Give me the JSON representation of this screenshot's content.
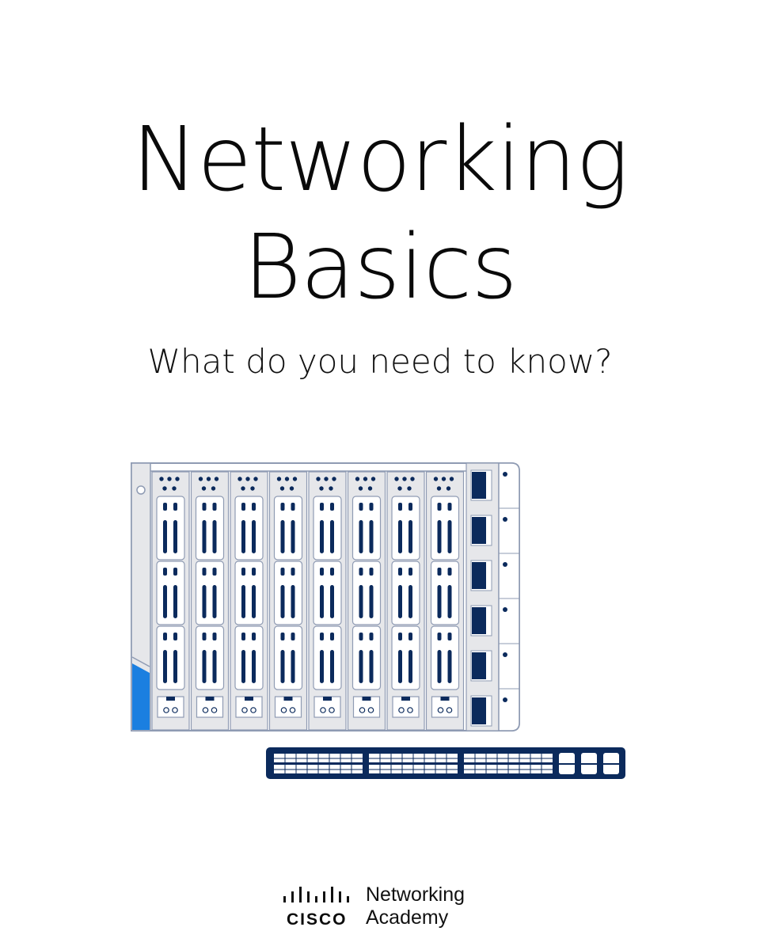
{
  "document": {
    "title_line1": "Networking",
    "title_line2": "Basics",
    "subtitle": "What do you need to know?"
  },
  "illustration": {
    "chassis_slots": 8,
    "side_ports": 6,
    "colors": {
      "navy": "#0b2a5c",
      "line": "#8f9bb3",
      "panel": "#e6e7ea",
      "accent_blue": "#1b7fe0",
      "white": "#ffffff"
    }
  },
  "logo": {
    "brand": "CISCO",
    "line1": "Networking",
    "line2": "Academy",
    "icon": "cisco-bridge-icon"
  }
}
